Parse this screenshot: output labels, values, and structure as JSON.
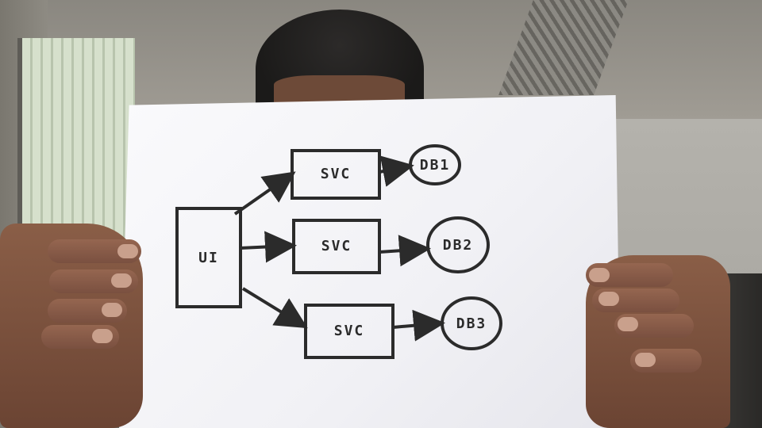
{
  "diagram": {
    "nodes": {
      "ui": "UI",
      "svc_top": "SVC",
      "svc_mid": "SVC",
      "svc_bottom": "SVC",
      "db1": "DB1",
      "db2": "DB2",
      "db3": "DB3"
    },
    "edges": [
      [
        "UI",
        "SVC (top)"
      ],
      [
        "UI",
        "SVC (middle)"
      ],
      [
        "UI",
        "SVC (bottom)"
      ],
      [
        "SVC (top)",
        "DB1"
      ],
      [
        "SVC (middle)",
        "DB2"
      ],
      [
        "SVC (bottom)",
        "DB3"
      ]
    ]
  }
}
